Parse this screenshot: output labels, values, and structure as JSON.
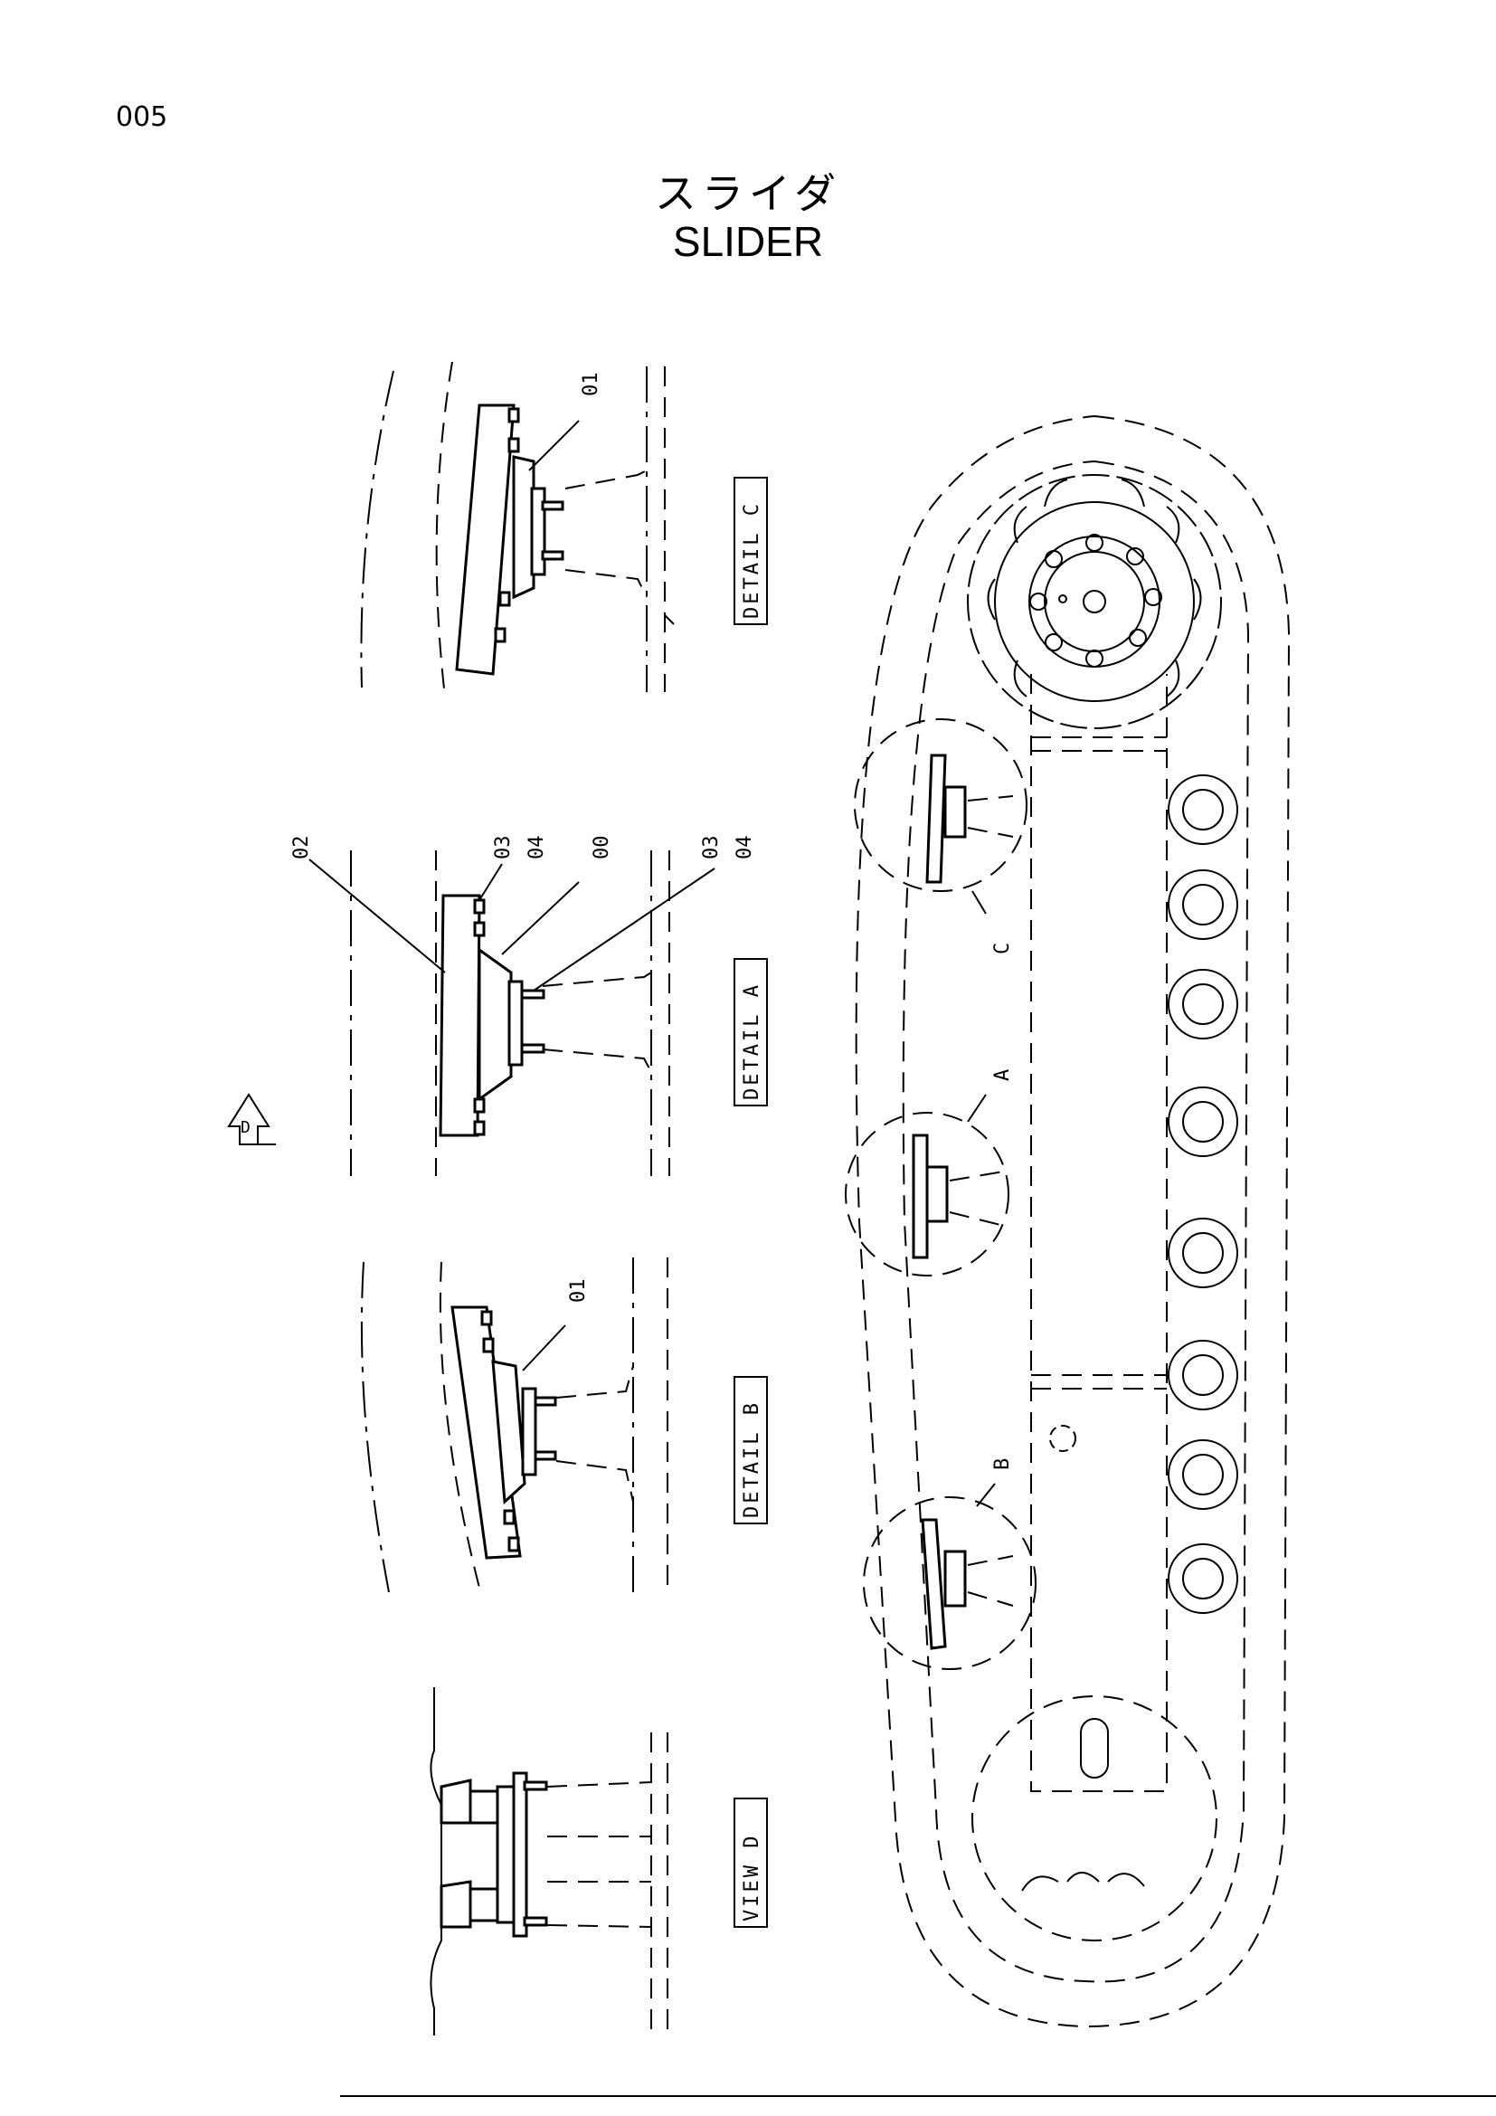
{
  "page_number": "005",
  "title": {
    "japanese": "スライダ",
    "english": "SLIDER"
  },
  "callouts": {
    "detail_c_part": "01",
    "detail_a_parts": [
      "02",
      "03",
      "04",
      "00",
      "03",
      "04"
    ],
    "detail_b_part": "01"
  },
  "view_labels": {
    "detail_c": "DETAIL C",
    "detail_a": "DETAIL A",
    "detail_b": "DETAIL B",
    "view_d": "VIEW D"
  },
  "overview_markers": {
    "c": "C",
    "a": "A",
    "b": "B"
  },
  "view_arrow_letter": "D"
}
